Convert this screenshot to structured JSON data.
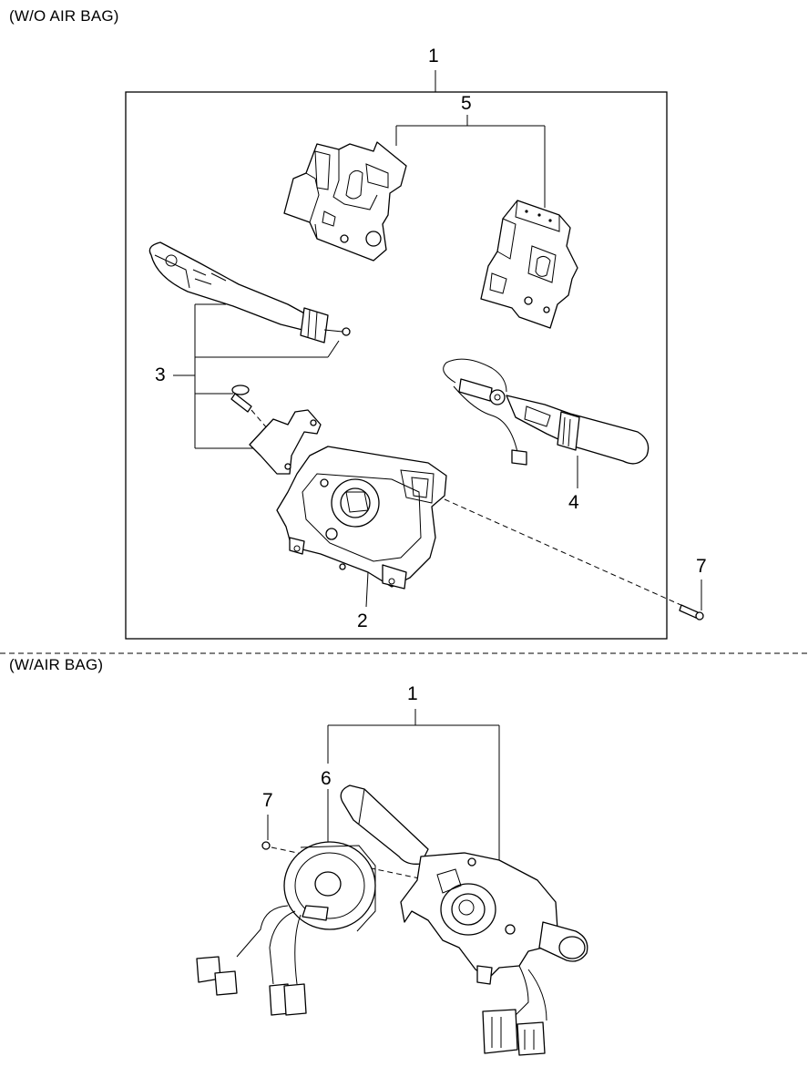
{
  "sections": {
    "without_airbag": "(W/O AIR BAG)",
    "with_airbag": "(W/AIR BAG)"
  },
  "callouts": {
    "assembly_top": "1",
    "part_2": "2",
    "part_3": "3",
    "part_4": "4",
    "part_5": "5",
    "part_7_top": "7",
    "assembly_bottom": "1",
    "part_6": "6",
    "part_7_bottom": "7"
  },
  "parts": [
    {
      "icon": "combination-switch-assembly-icon"
    },
    {
      "icon": "switch-body-icon"
    },
    {
      "icon": "lighting-switch-lever-icon"
    },
    {
      "icon": "wiper-switch-lever-icon"
    },
    {
      "icon": "switch-module-icon"
    },
    {
      "icon": "clock-spring-icon"
    },
    {
      "icon": "screw-icon"
    }
  ]
}
